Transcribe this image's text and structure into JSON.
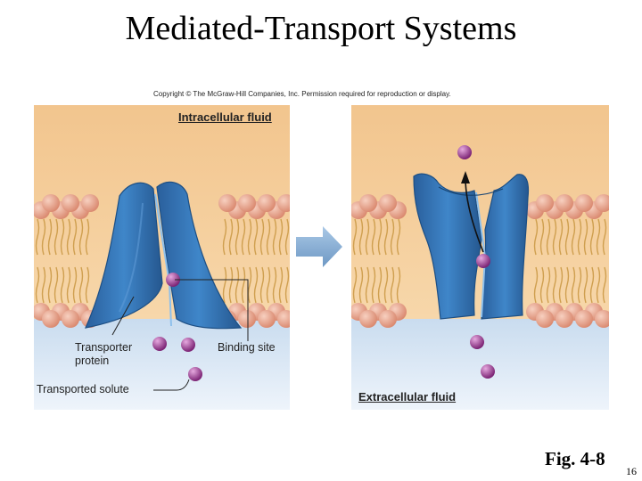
{
  "title": "Mediated-Transport Systems",
  "copyright": "Copyright © The McGraw-Hill Companies, Inc. Permission required for reproduction or display.",
  "labels": {
    "intracellular": "Intracellular fluid",
    "extracellular": "Extracellular fluid",
    "transporter_line1": "Transporter",
    "transporter_line2": "protein",
    "binding_site": "Binding site",
    "transported_solute": "Transported solute"
  },
  "figure_ref": "Fig. 4-8",
  "page_number": "16",
  "colors": {
    "intracellular": "#f4c993",
    "extracellular": "#dce9f6",
    "lipid_head": "#e6a38c",
    "lipid_tail": "#d8b061",
    "protein": "#2a6eaf",
    "solute": "#9a3a92",
    "arrow": "#7fa9cf"
  }
}
